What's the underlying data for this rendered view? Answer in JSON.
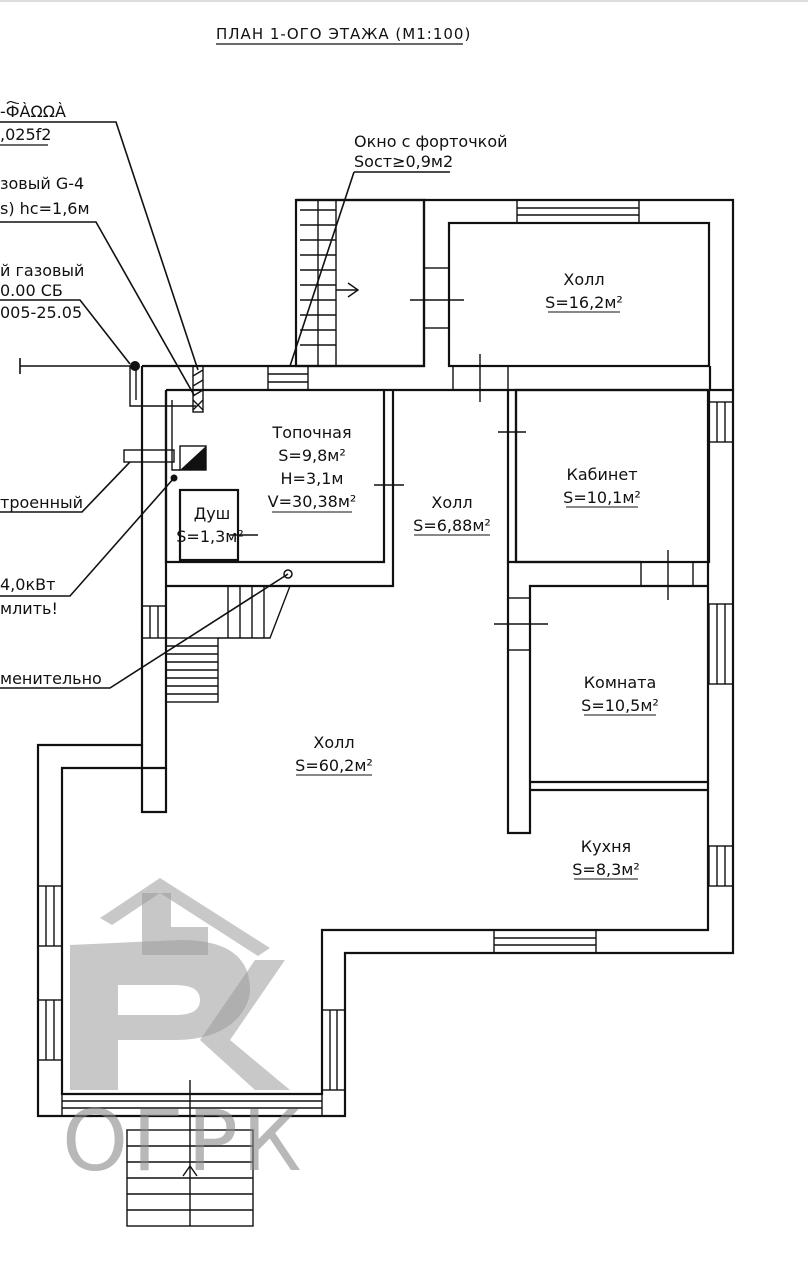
{
  "title": "ПЛАН 1-ОГО ЭТАЖА (М1:100)",
  "annotations": {
    "gas_line_1": "-Ф҇ÀΩΩÀ",
    "gas_line_2": ",025f2",
    "meter_line_1": "зовый G-4",
    "meter_line_2": "s)  hc=1,6м",
    "valve_line_1": "й газовый",
    "valve_line_2": "0.00 СБ",
    "valve_line_3": "005-25.05",
    "window_line_1": "Окно с форточкой",
    "window_line_2": "Sост≥0,9м2",
    "built_in": "троенный",
    "power_line_1": "4,0кВт",
    "power_line_2": "млить!",
    "optional": "менительно"
  },
  "rooms": {
    "hall_top": {
      "name": "Холл",
      "area": "S=16,2м²"
    },
    "boiler": {
      "name": "Топочная",
      "area": "S=9,8м²",
      "height": "H=3,1м",
      "volume": "V=30,38м²"
    },
    "shower": {
      "name": "Душ",
      "area": "S=1,3м²"
    },
    "hall_mid": {
      "name": "Холл",
      "area": "S=6,88м²"
    },
    "office": {
      "name": "Кабинет",
      "area": "S=10,1м²"
    },
    "room": {
      "name": "Комната",
      "area": "S=10,5м²"
    },
    "hall_main": {
      "name": "Холл",
      "area": "S=60,2м²"
    },
    "kitchen": {
      "name": "Кухня",
      "area": "S=8,3м²"
    }
  },
  "watermark": {
    "text": "ОГРК"
  }
}
